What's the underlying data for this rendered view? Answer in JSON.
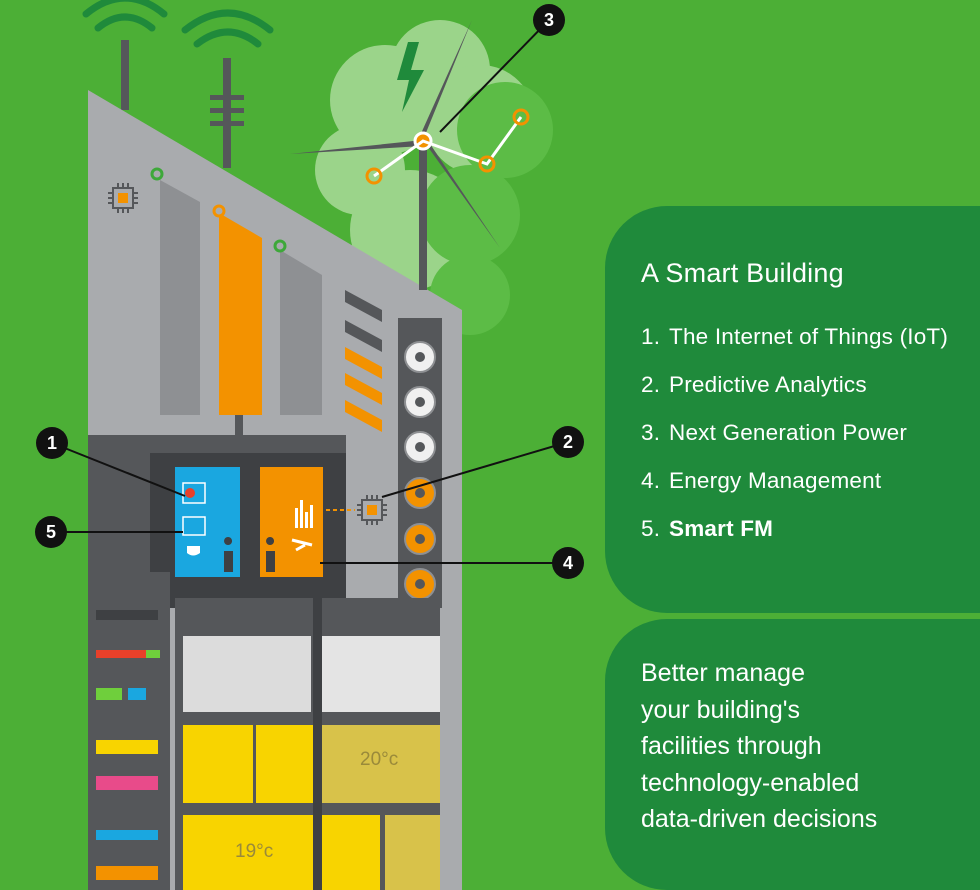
{
  "panel": {
    "title": "A Smart Building",
    "items": [
      {
        "num": "1.",
        "text": "The Internet of Things (IoT)",
        "bold": false
      },
      {
        "num": "2.",
        "text": "Predictive Analytics",
        "bold": false
      },
      {
        "num": "3.",
        "text": "Next Generation Power",
        "bold": false
      },
      {
        "num": "4.",
        "text": "Energy Management",
        "bold": false
      },
      {
        "num": "5.",
        "text": "Smart FM",
        "bold": true
      }
    ]
  },
  "tagline": {
    "lines": [
      "Better manage",
      "your building's",
      "facilities through",
      "technology-enabled",
      "data-driven decisions"
    ]
  },
  "callouts": [
    "1",
    "2",
    "3",
    "4",
    "5"
  ],
  "temperatures": {
    "room_a": "20°c",
    "room_b": "19°c"
  },
  "icons": [
    "wifi-icon",
    "lightning-icon",
    "wind-turbine-icon",
    "chip-icon",
    "fan-icon",
    "coffee-icon",
    "person-icon"
  ],
  "colors": {
    "background": "#4caf36",
    "panel": "#1f8a3b",
    "building": "#a9abae",
    "building_dark": "#55575a",
    "orange": "#f39200",
    "blue": "#1aa7e0",
    "yellow": "#f8d400"
  }
}
